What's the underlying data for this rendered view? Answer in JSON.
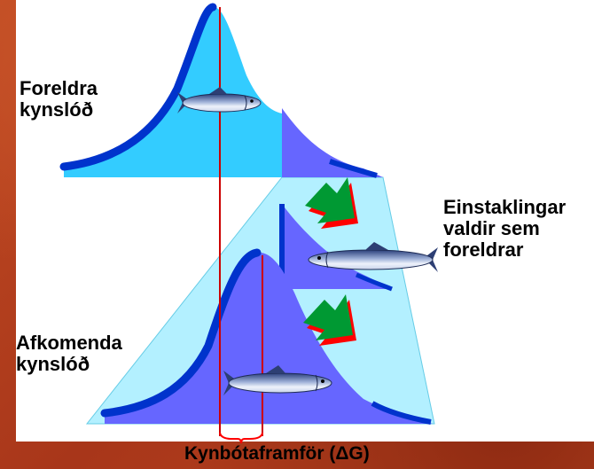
{
  "labels": {
    "parent_generation": [
      "Foreldra",
      "kynslóð"
    ],
    "selected_individuals": [
      "Einstaklingar",
      "valdir sem",
      "foreldrar"
    ],
    "offspring_generation": [
      "Afkomenda",
      "kynslóð"
    ],
    "genetic_gain": "Kynbótaframför (ΔG)"
  },
  "colors": {
    "background": "#b13a1c",
    "distribution_fill": "#33ccff",
    "curve_line": "#0033cc",
    "selected_area": "#6666ff",
    "funnel_fill": "#b3f0ff",
    "mean_lines": "#cc0000",
    "arrow_green": "#009933",
    "arrow_red": "#ff0000"
  },
  "icons": [
    "salmon-icon",
    "down-arrow-icon",
    "brace-icon"
  ]
}
